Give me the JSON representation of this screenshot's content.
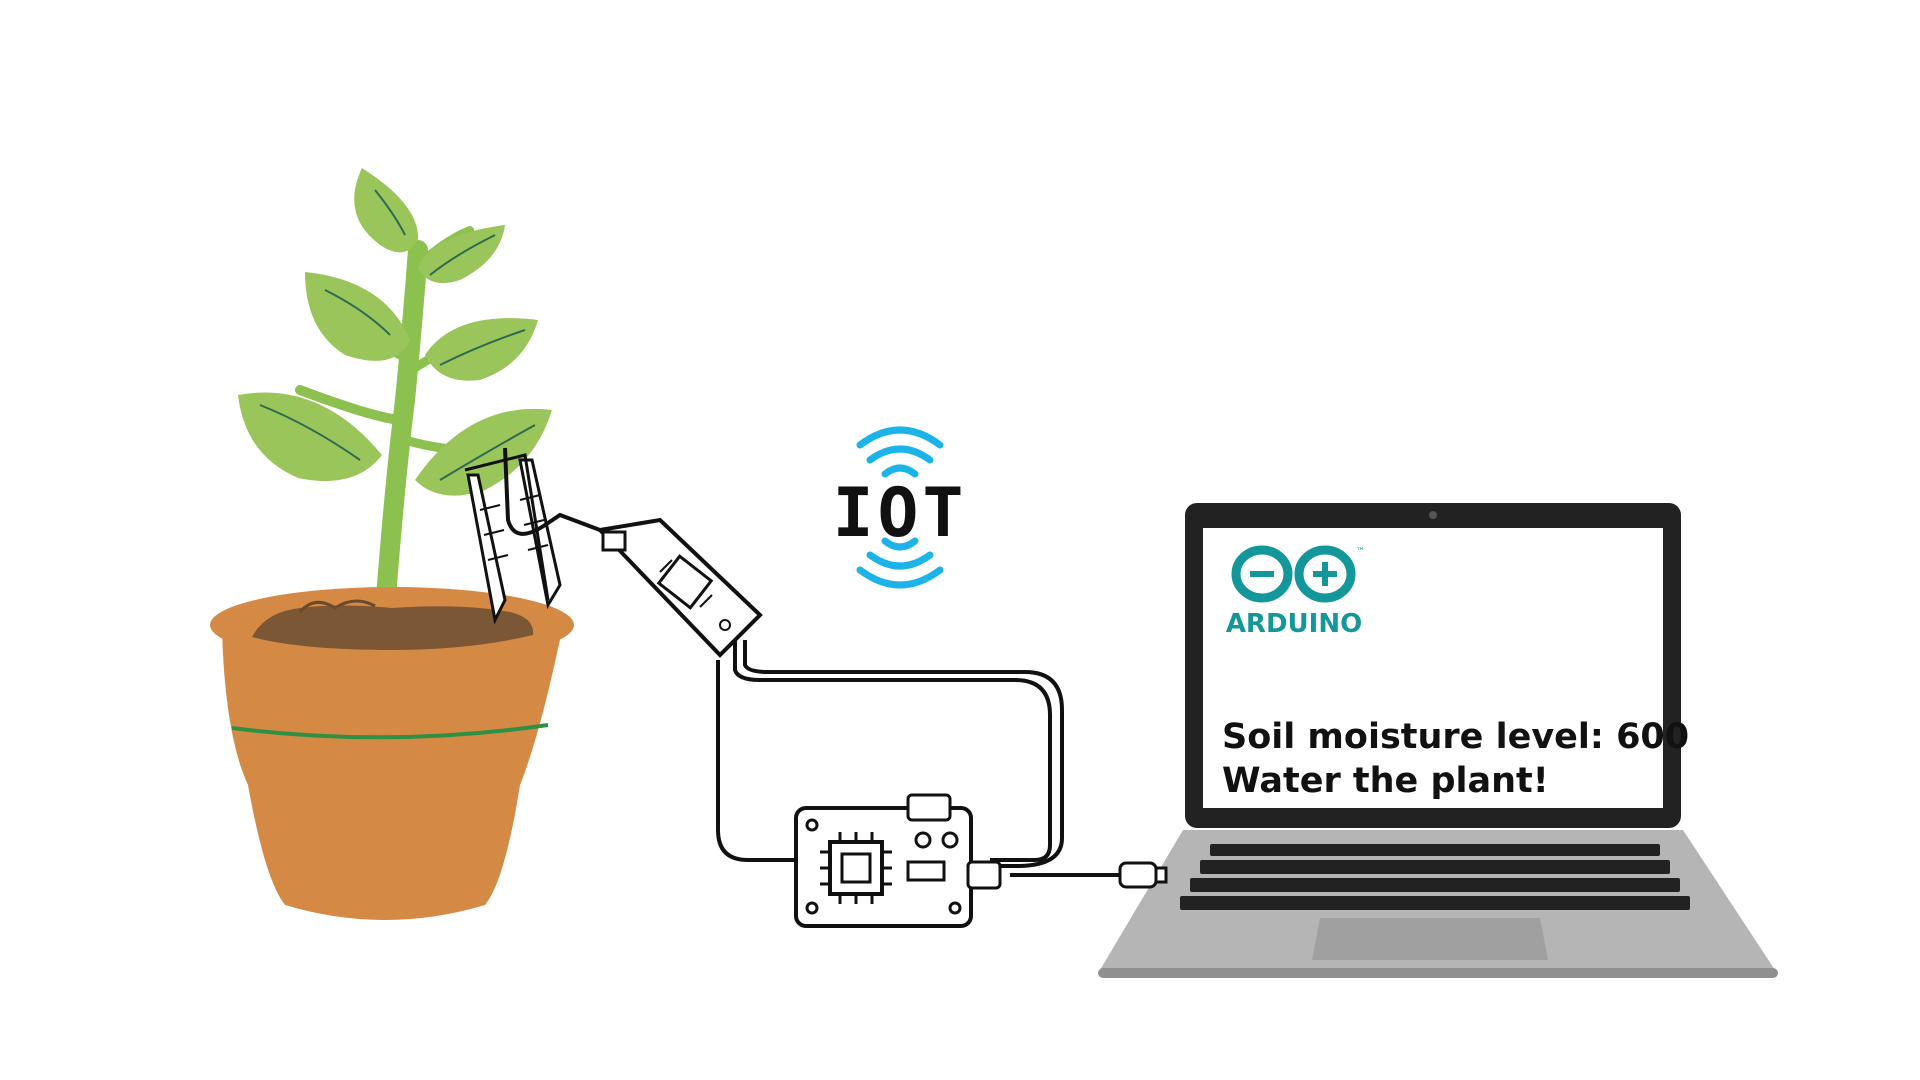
{
  "iot": {
    "label": "IOT",
    "wifi_color": "#1cb4e8"
  },
  "arduino": {
    "brand": "ARDUINO",
    "logo_color": "#14979a",
    "trademark": "™"
  },
  "screen": {
    "line1": "Soil moisture level: 600",
    "line2": "Water the plant!"
  },
  "colors": {
    "pot": "#d48a45",
    "pot_band": "#2f8f45",
    "soil": "#7c5735",
    "leaf": "#9ac55a",
    "leaf_vein": "#2e6b50",
    "stem": "#8cc04f",
    "laptop_body": "#a9a9a9",
    "line": "#111111"
  }
}
